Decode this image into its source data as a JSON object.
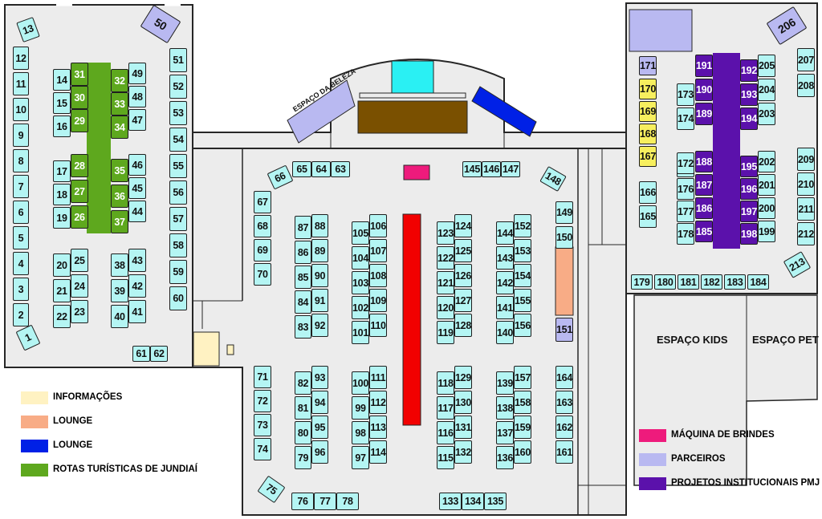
{
  "colors": {
    "booth": "#b4f5f3",
    "green": "#5ea81e",
    "purple": "#5b11ab",
    "yellow": "#f7ef5e",
    "orange": "#f8ac86",
    "cyan": "#2af0f3",
    "blue": "#0020e6",
    "lavender": "#b9b9f1",
    "brown": "#7a5000",
    "red": "#f20000",
    "magenta": "#ee1b7c",
    "info": "#fff2c2",
    "floor": "#ececec",
    "wall": "#262626"
  },
  "areas": {
    "beauty": "ESPAÇO DA BELEZA",
    "kids": "ESPAÇO KIDS",
    "pet": "ESPAÇO PET"
  },
  "legend_left": [
    {
      "label": "INFORMAÇÕES",
      "color": "#fff2c2"
    },
    {
      "label": "LOUNGE",
      "color": "#f8ac86"
    },
    {
      "label": "LOUNGE",
      "color": "#0020e6"
    },
    {
      "label": "ROTAS TURÍSTICAS DE JUNDIAÍ",
      "color": "#5ea81e"
    }
  ],
  "legend_right": [
    {
      "label": "MÁQUINA DE BRINDES",
      "color": "#ee1b7c"
    },
    {
      "label": "PARCEIROS",
      "color": "#b9b9f1"
    },
    {
      "label": "PROJETOS INSTITUCIONAIS PMJ",
      "color": "#5b11ab"
    }
  ],
  "booths": {
    "regular": [
      "1",
      "2",
      "3",
      "4",
      "5",
      "6",
      "7",
      "8",
      "9",
      "10",
      "11",
      "12",
      "13",
      "14",
      "15",
      "16",
      "17",
      "18",
      "19",
      "20",
      "21",
      "22",
      "23",
      "24",
      "25",
      "38",
      "39",
      "40",
      "41",
      "42",
      "43",
      "44",
      "45",
      "46",
      "47",
      "48",
      "49",
      "51",
      "52",
      "53",
      "54",
      "55",
      "56",
      "57",
      "58",
      "59",
      "60",
      "61",
      "62",
      "63",
      "64",
      "65",
      "66",
      "67",
      "68",
      "69",
      "70",
      "71",
      "72",
      "73",
      "74",
      "75",
      "76",
      "77",
      "78",
      "79",
      "80",
      "81",
      "82",
      "83",
      "84",
      "85",
      "86",
      "87",
      "88",
      "89",
      "90",
      "91",
      "92",
      "93",
      "94",
      "95",
      "96",
      "97",
      "98",
      "99",
      "100",
      "101",
      "102",
      "103",
      "104",
      "105",
      "106",
      "107",
      "108",
      "109",
      "110",
      "111",
      "112",
      "113",
      "114",
      "115",
      "116",
      "117",
      "118",
      "119",
      "120",
      "121",
      "122",
      "123",
      "124",
      "125",
      "126",
      "127",
      "128",
      "129",
      "130",
      "131",
      "132",
      "133",
      "134",
      "135",
      "136",
      "137",
      "138",
      "139",
      "140",
      "141",
      "142",
      "143",
      "144",
      "145",
      "146",
      "147",
      "148",
      "149",
      "150",
      "152",
      "153",
      "154",
      "155",
      "156",
      "157",
      "158",
      "159",
      "160",
      "161",
      "162",
      "163",
      "164",
      "165",
      "166",
      "172",
      "173",
      "174",
      "176",
      "177",
      "178",
      "179",
      "180",
      "181",
      "182",
      "183",
      "184",
      "199",
      "200",
      "201",
      "202",
      "203",
      "204",
      "205",
      "207",
      "208",
      "209",
      "210",
      "211",
      "212",
      "213"
    ],
    "green": [
      "26",
      "27",
      "28",
      "29",
      "30",
      "31",
      "32",
      "33",
      "34",
      "35",
      "36",
      "37"
    ],
    "purple": [
      "185",
      "186",
      "187",
      "188",
      "189",
      "190",
      "191",
      "192",
      "193",
      "194",
      "195",
      "196",
      "197",
      "198"
    ],
    "yellow": [
      "167",
      "168",
      "169",
      "170"
    ],
    "lavender": [
      "50",
      "151",
      "171",
      "206"
    ]
  }
}
